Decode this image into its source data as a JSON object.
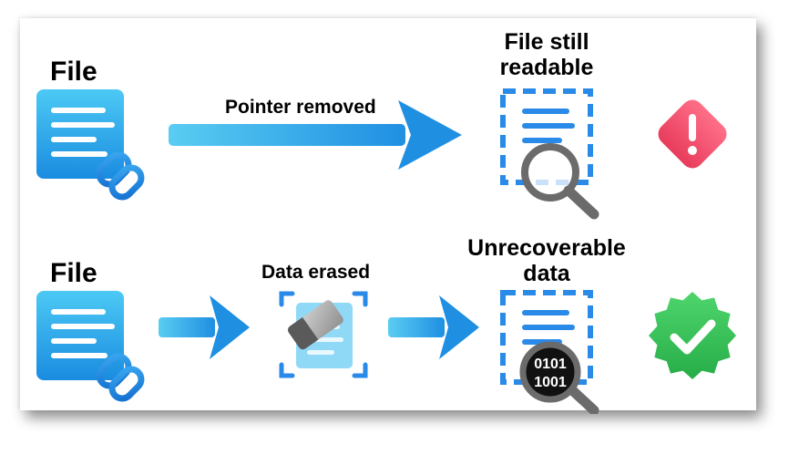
{
  "row1": {
    "file_label": "File",
    "arrow_label": "Pointer removed",
    "result_label_line1": "File still",
    "result_label_line2": "readable",
    "status_icon": "warning-diamond-icon",
    "status_color": "#f0506e"
  },
  "row2": {
    "file_label": "File",
    "middle_label": "Data erased",
    "result_label_line1": "Unrecoverable",
    "result_label_line2": "data",
    "binary_line1": "0101",
    "binary_line2": "1001",
    "status_icon": "check-badge-icon",
    "status_color": "#3cc45a"
  },
  "colors": {
    "arrow_light": "#50c8f0",
    "arrow_dark": "#1e8ee0",
    "doc_light": "#40c4f2",
    "doc_dark": "#1a86dc",
    "dashed_frame": "#2a8ae8",
    "magnifier": "#6b6b6b"
  }
}
